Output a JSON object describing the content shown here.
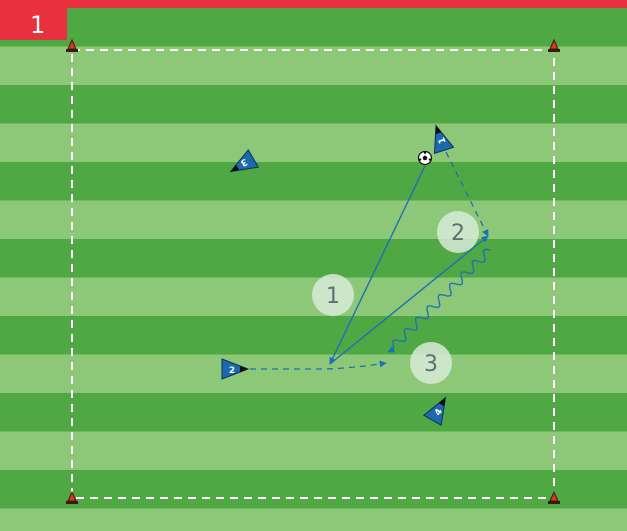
{
  "diagram": {
    "number": "1",
    "colors": {
      "header": "#e8303e",
      "grass_light": "#8dc878",
      "grass_dark": "#4fa843",
      "boundary": "#ffffff",
      "player_fill": "#1c6aac",
      "player_edge": "#0f2f57",
      "movement_line": "#1d6fb8",
      "step_marker": "#d7ebd8",
      "step_text": "#5e6e73"
    },
    "cones": [
      "cone",
      "cone",
      "cone",
      "cone"
    ],
    "players": [
      {
        "label": "1",
        "icon": "player-triangle"
      },
      {
        "label": "2",
        "icon": "player-triangle"
      },
      {
        "label": "3",
        "icon": "player-triangle"
      },
      {
        "label": "4",
        "icon": "player-triangle"
      }
    ],
    "ball": {
      "icon": "soccer-ball"
    },
    "steps": [
      {
        "label": "1"
      },
      {
        "label": "2"
      },
      {
        "label": "3"
      }
    ],
    "movements": [
      {
        "type": "pass",
        "style": "solid"
      },
      {
        "type": "pass",
        "style": "solid"
      },
      {
        "type": "run",
        "style": "dashed"
      },
      {
        "type": "run",
        "style": "dashed"
      },
      {
        "type": "dribble",
        "style": "wavy"
      }
    ]
  }
}
